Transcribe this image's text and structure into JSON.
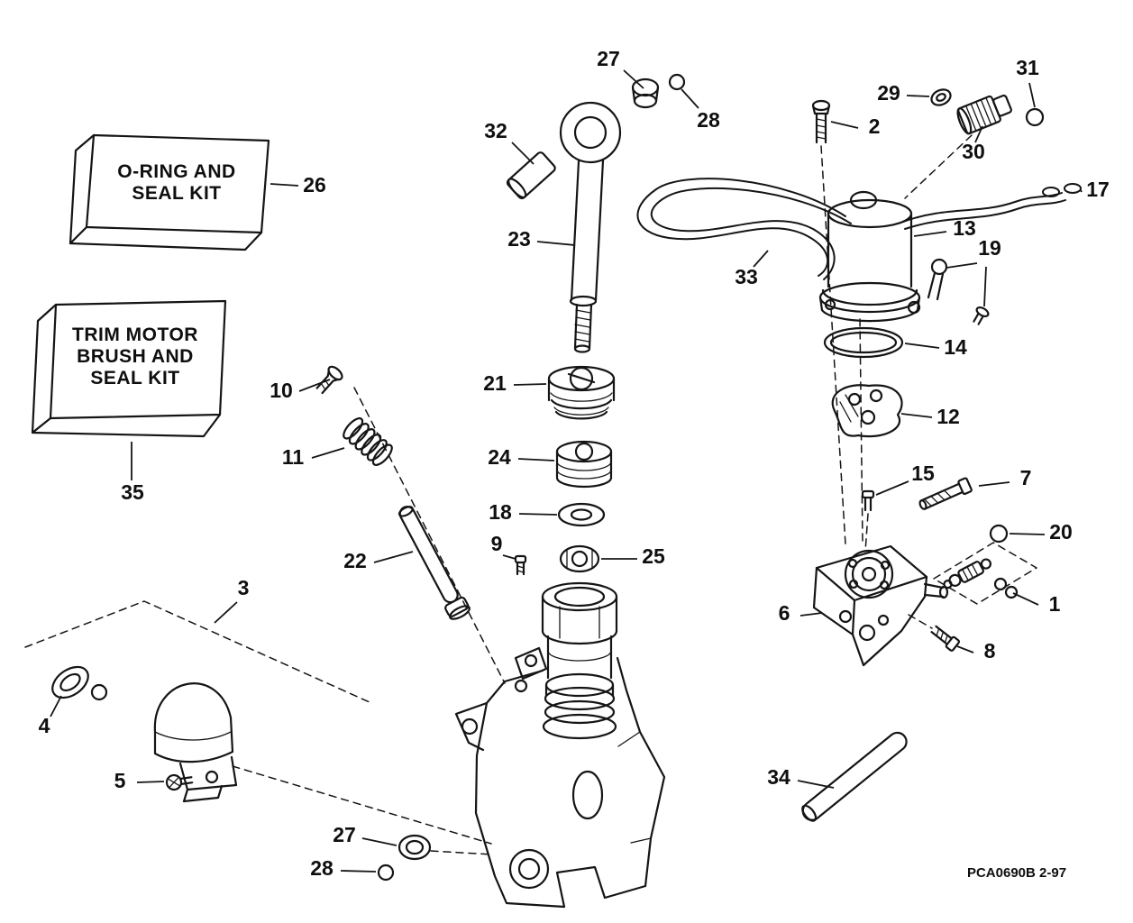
{
  "kit_boxes": {
    "oring_seal_kit": {
      "line1": "O-RING AND",
      "line2": "SEAL KIT"
    },
    "trim_motor_kit": {
      "line1": "TRIM MOTOR",
      "line2": "BRUSH AND",
      "line3": "SEAL KIT"
    }
  },
  "part_code": "PCA0690B  2-97",
  "callouts": {
    "c1": "1",
    "c2": "2",
    "c3": "3",
    "c4": "4",
    "c5": "5",
    "c6": "6",
    "c7": "7",
    "c8": "8",
    "c9": "9",
    "c10": "10",
    "c11": "11",
    "c12": "12",
    "c13": "13",
    "c14": "14",
    "c15": "15",
    "c17": "17",
    "c18": "18",
    "c19": "19",
    "c20": "20",
    "c21": "21",
    "c22": "22",
    "c23": "23",
    "c24": "24",
    "c25": "25",
    "c26": "26",
    "c27_top": "27",
    "c27_bottom": "27",
    "c28_top": "28",
    "c28_bottom": "28",
    "c29": "29",
    "c30": "30",
    "c31": "31",
    "c32": "32",
    "c33": "33",
    "c34": "34",
    "c35": "35"
  },
  "colors": {
    "ink": "#151515",
    "paper": "#ffffff"
  }
}
